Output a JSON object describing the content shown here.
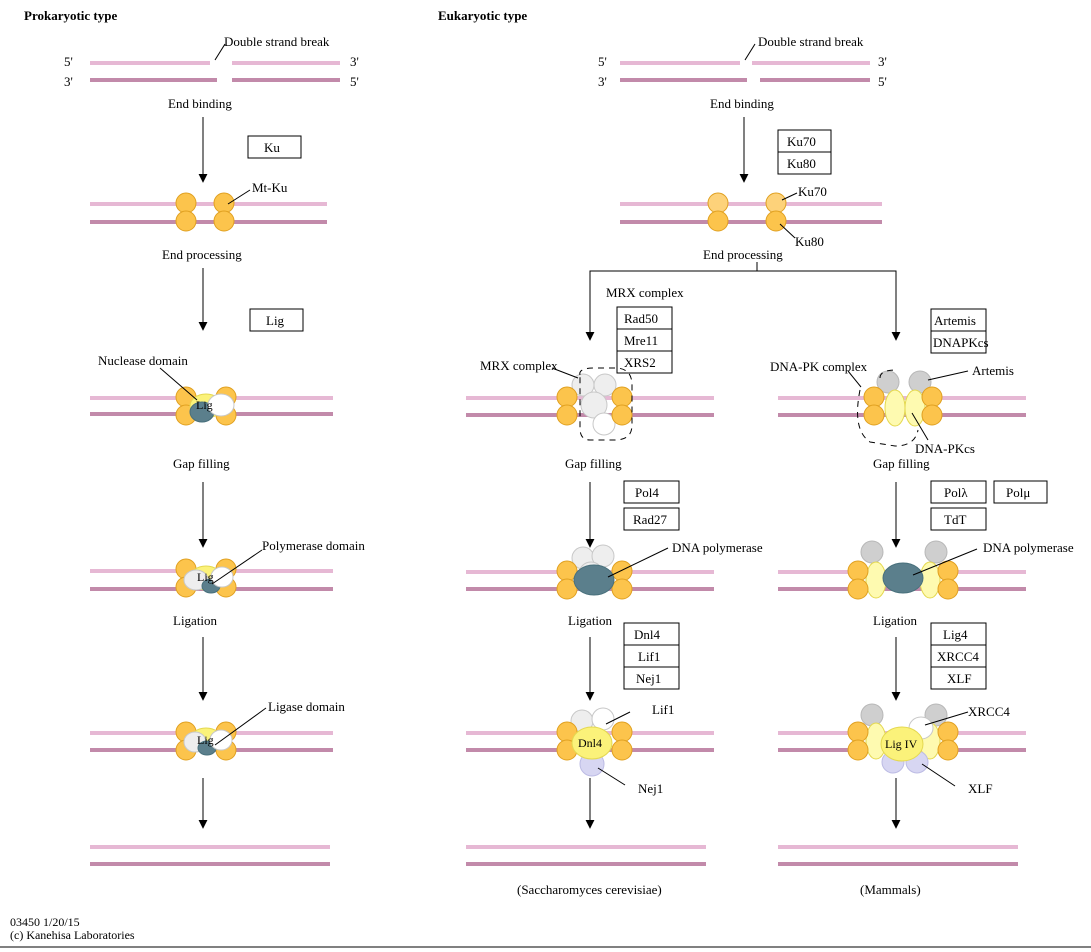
{
  "titles": {
    "prokaryotic": "Prokaryotic type",
    "eukaryotic": "Eukaryotic type"
  },
  "dna": {
    "five": "5'",
    "three": "3'",
    "break": "Double strand break"
  },
  "steps": {
    "end_binding": "End binding",
    "end_processing": "End processing",
    "gap_filling": "Gap filling",
    "ligation": "Ligation"
  },
  "prok": {
    "box_ku": "Ku",
    "box_lig": "Lig",
    "mt_ku": "Mt-Ku",
    "nuclease": "Nuclease domain",
    "polymerase": "Polymerase domain",
    "ligase": "Ligase domain",
    "lig": "Lig"
  },
  "euk": {
    "box_ku70": "Ku70",
    "box_ku80": "Ku80",
    "lbl_ku70": "Ku70",
    "lbl_ku80": "Ku80",
    "mrx_title": "MRX complex",
    "box_rad50": "Rad50",
    "box_mre11": "Mre11",
    "box_xrs2": "XRS2",
    "mrx_label": "MRX complex",
    "box_artemis": "Artemis",
    "box_dnapkcs": "DNAPKcs",
    "dnapk_complex": "DNA-PK complex",
    "artemis": "Artemis",
    "dnapkcs": "DNA-PKcs",
    "box_pol4": "Pol4",
    "box_rad27": "Rad27",
    "box_pollambda": "Polλ",
    "box_polmu": "Polμ",
    "box_tdt": "TdT",
    "dna_pol_yeast": "DNA polymerase",
    "dna_pol_mammal": "DNA polymerase",
    "box_dnl4": "Dnl4",
    "box_lif1": "Lif1",
    "box_nej1": "Nej1",
    "box_lig4": "Lig4",
    "box_xrcc4": "XRCC4",
    "box_xlf": "XLF",
    "lbl_lif1": "Lif1",
    "lbl_nej1": "Nej1",
    "lbl_dnl4": "Dnl4",
    "lbl_ligiv": "Lig IV",
    "lbl_xrcc4": "XRCC4",
    "lbl_xlf": "XLF",
    "yeast": "(Saccharomyces cerevisiae)",
    "mammals": "(Mammals)"
  },
  "footer": {
    "id": "03450 1/20/15",
    "copyright": "(c) Kanehisa Laboratories"
  }
}
